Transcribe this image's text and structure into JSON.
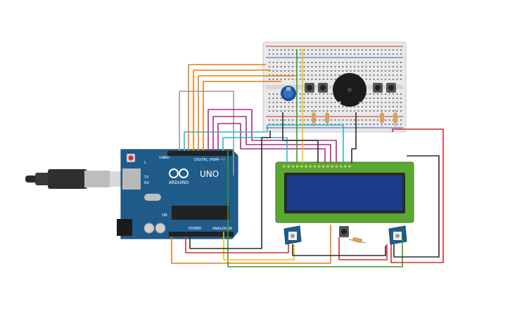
{
  "board": {
    "brand": "ARDUINO",
    "model": "UNO",
    "digital_label": "DIGITAL (PWM ~)",
    "power_label": "POWER",
    "analog_label": "ANALOG IN",
    "tx_label": "TX",
    "rx_label": "RX",
    "l_label": "L",
    "on_label": "ON",
    "aref_label": "AREF",
    "gnd_label": "GND"
  },
  "colors": {
    "board": "#1f5c8a",
    "breadboard": "#e9e9e9",
    "lcd_frame": "#5aa832",
    "lcd_screen": "#1c3b8c",
    "wire_orange": "#e57b12",
    "wire_magenta": "#b0268c",
    "wire_cyan": "#2fb5d3",
    "wire_green": "#3a9b2a",
    "wire_yellow": "#e6c412",
    "wire_red": "#d22a2a",
    "wire_gray": "#9a9a9a",
    "wire_black": "#2b2b2b"
  }
}
